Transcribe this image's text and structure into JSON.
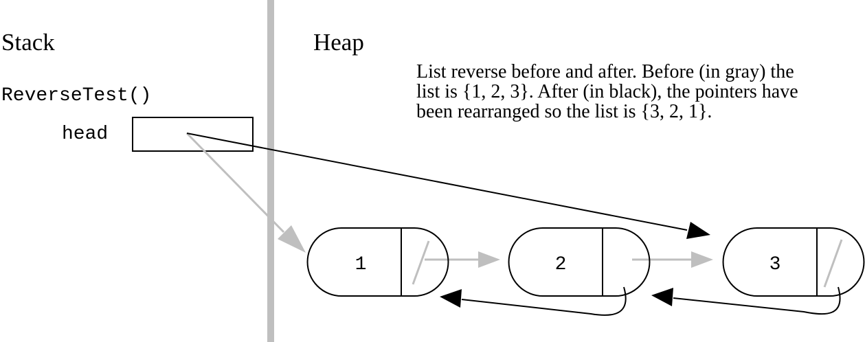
{
  "stack": {
    "title": "Stack",
    "function_name": "ReverseTest()",
    "variable_name": "head"
  },
  "heap": {
    "title": "Heap",
    "caption": "List reverse before and after. Before (in gray) the list is {1, 2, 3}. After (in black), the pointers have been rearranged so the list is {3, 2, 1}."
  },
  "nodes": [
    {
      "value": "1"
    },
    {
      "value": "2"
    },
    {
      "value": "3"
    }
  ],
  "colors": {
    "before_pointer": "#bfbfbf",
    "after_pointer": "#000000",
    "divider": "#bfbfbf"
  }
}
